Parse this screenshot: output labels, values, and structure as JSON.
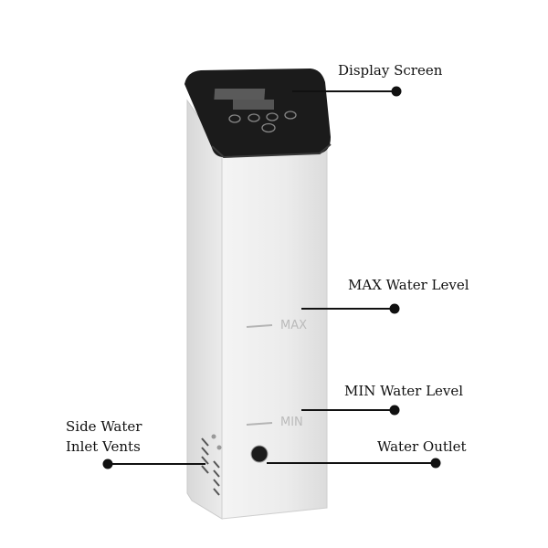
{
  "callouts": {
    "display_screen": "Display Screen",
    "max_level": "MAX Water Level",
    "min_level": "MIN Water Level",
    "water_outlet": "Water Outlet",
    "side_vents_line1": "Side Water",
    "side_vents_line2": "Inlet Vents"
  },
  "device_markings": {
    "max": "MAX",
    "min": "MIN"
  },
  "colors": {
    "body": "#e9e9e9",
    "cap": "#1a1a1a",
    "line": "#111111"
  }
}
